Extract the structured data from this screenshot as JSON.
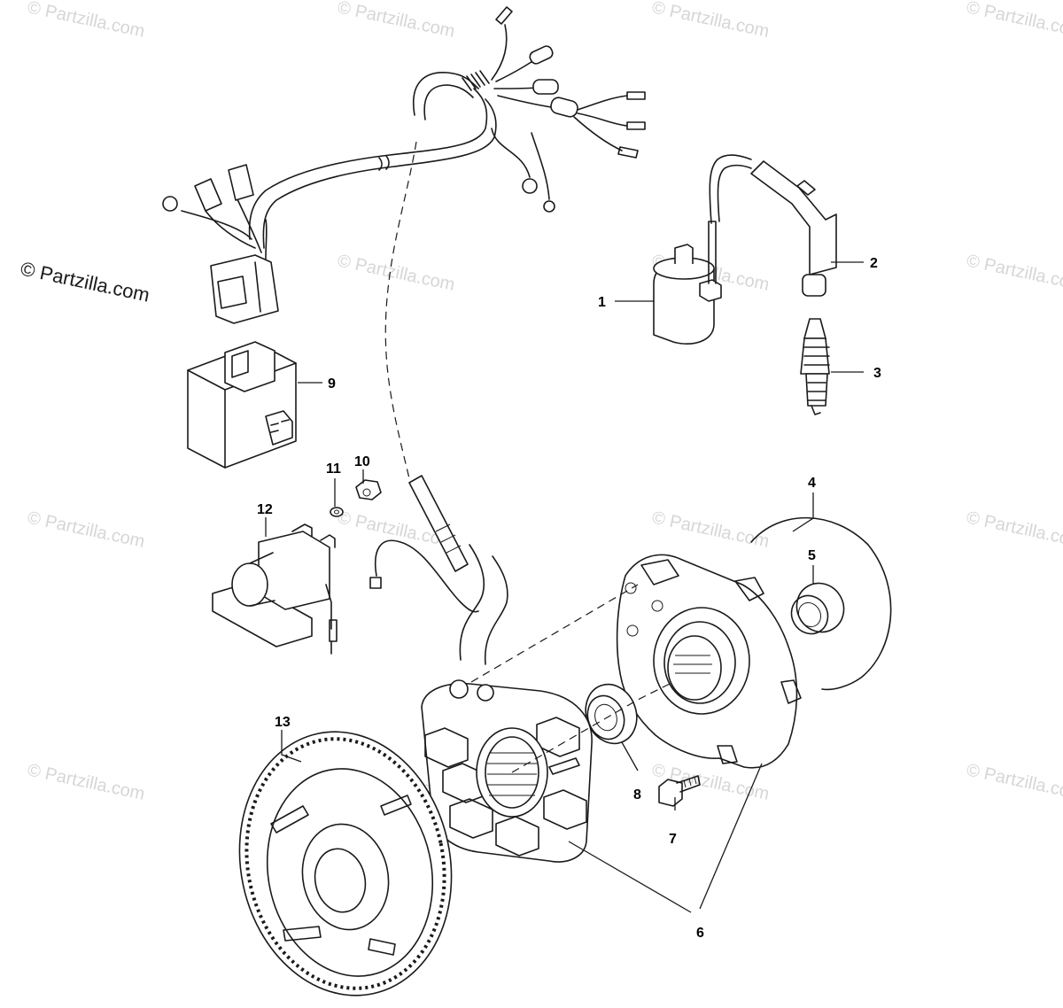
{
  "watermark": {
    "text": "© Partzilla.com",
    "text_main": "© Partzilla.com"
  },
  "callouts": {
    "c1": "1",
    "c2": "2",
    "c3": "3",
    "c4": "4",
    "c5": "5",
    "c6": "6",
    "c7": "7",
    "c8": "8",
    "c9": "9",
    "c10": "10",
    "c11": "11",
    "c12": "12",
    "c13": "13"
  }
}
